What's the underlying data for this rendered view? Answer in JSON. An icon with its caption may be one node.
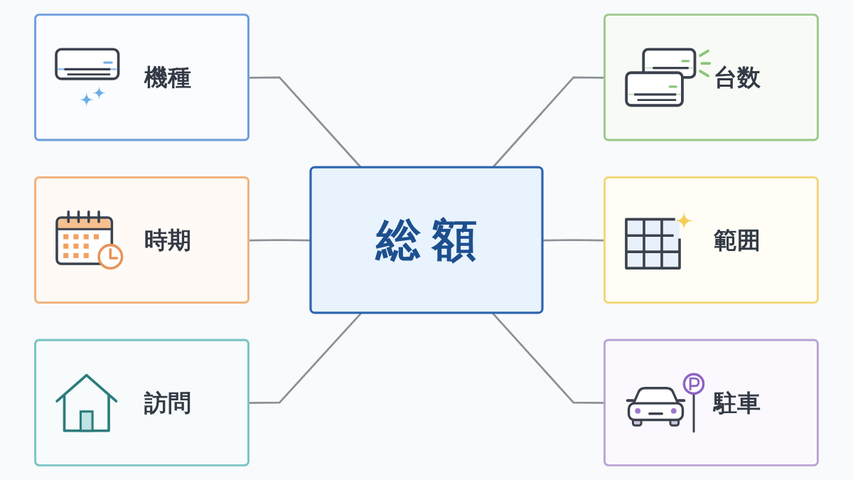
{
  "diagram": {
    "nodes": [
      {
        "text": [
          "機種"
        ]
      },
      {
        "text": [
          "台数"
        ]
      },
      {
        "text": [
          "時期"
        ]
      },
      {
        "text": [
          "総額"
        ]
      },
      {
        "text": [
          "範囲"
        ]
      },
      {
        "text": [
          "訪問"
        ]
      },
      {
        "text": [
          "駐車"
        ]
      }
    ],
    "edges": [
      {
        "from": 0,
        "to": 3,
        "arrow": "none"
      },
      {
        "from": 3,
        "to": 1,
        "arrow": "none"
      },
      {
        "from": 2,
        "to": 3,
        "arrow": "none"
      },
      {
        "from": 3,
        "to": 4,
        "arrow": "none"
      },
      {
        "from": 5,
        "to": 3,
        "arrow": "none"
      },
      {
        "from": 3,
        "to": 6,
        "arrow": "none"
      }
    ]
  }
}
